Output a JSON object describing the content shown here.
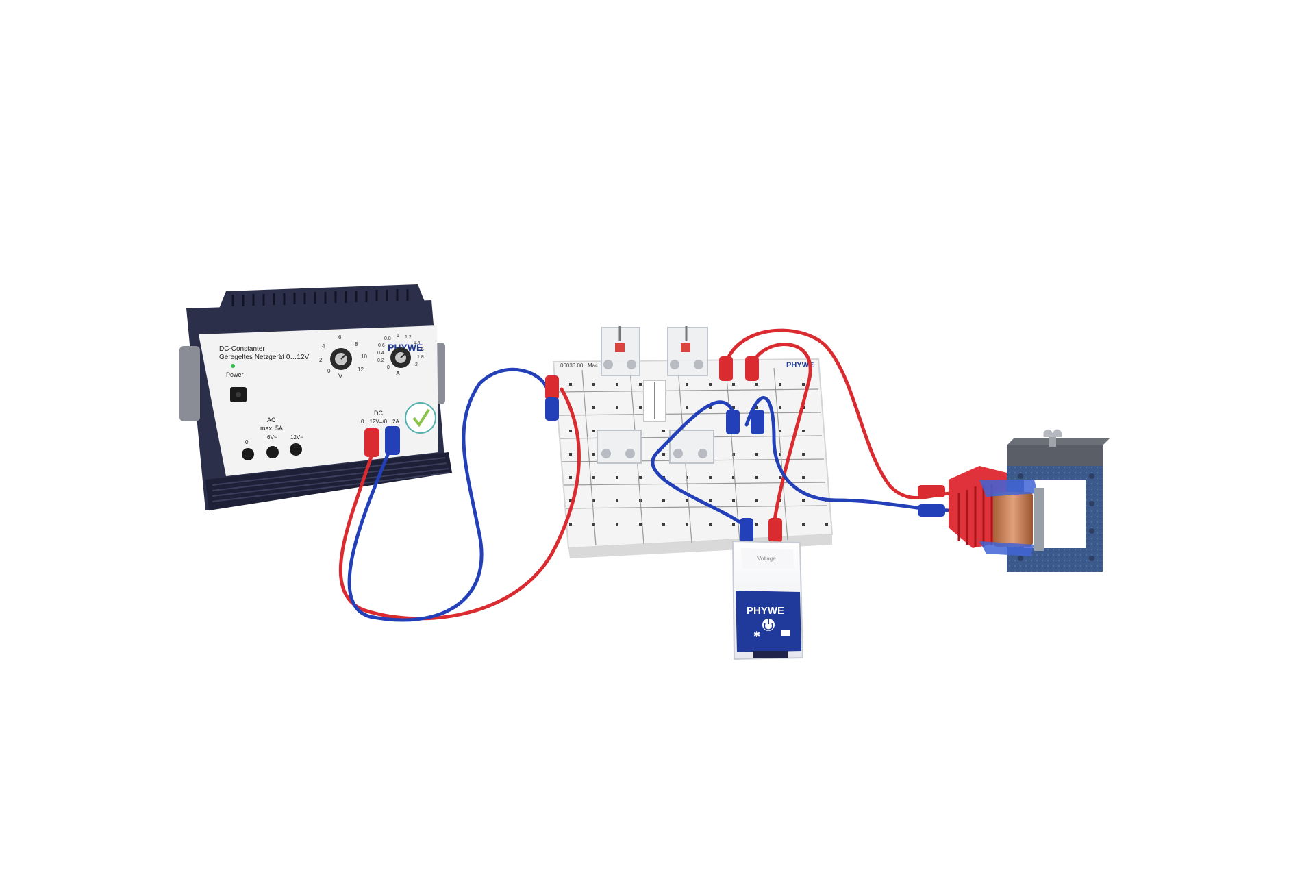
{
  "colors": {
    "background": "#ffffff",
    "cable_red": "#d92b30",
    "cable_blue": "#2340b8",
    "phywe_blue": "#1f3a9a",
    "psu_body": "#2b2f4a",
    "psu_panel": "#f3f3f3",
    "magnet_blue": "#3c5a8c",
    "coil_copper": "#c27a4e"
  },
  "power_supply": {
    "brand": "PHYWE",
    "model_line1": "DC-Constanter",
    "model_line2": "Geregeltes Netzgerät 0…12V",
    "power_label": "Power",
    "voltage_scale": [
      "0",
      "2",
      "4",
      "6",
      "8",
      "10",
      "12"
    ],
    "voltage_unit": "V",
    "current_scale": [
      "0",
      "0.2",
      "0.4",
      "0.6",
      "0.8",
      "1",
      "1.2",
      "1.4",
      "1.6",
      "1.8",
      "2"
    ],
    "current_unit": "A",
    "ac_label": "AC",
    "ac_max": "max. 5A",
    "ac_outputs": [
      "0",
      "6V~",
      "12V~"
    ],
    "dc_label": "DC",
    "dc_range": "0…12V=/0…2A"
  },
  "board": {
    "brand": "PHYWE",
    "code": "06033.00",
    "short_label": "Mac"
  },
  "sensor": {
    "brand": "PHYWE",
    "top_label": "Voltage",
    "bluetooth_icon": "bluetooth-icon",
    "power_icon": "power-icon"
  }
}
